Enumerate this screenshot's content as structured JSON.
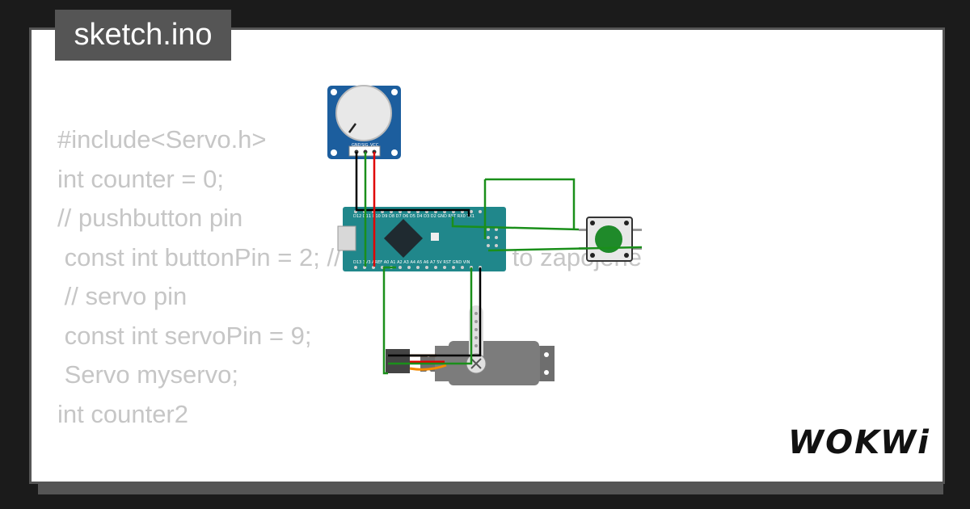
{
  "tab": {
    "filename": "sketch.ino"
  },
  "code_lines": [
    "#include<Servo.h>",
    "int counter = 0;",
    "// pushbutton pin",
    " const int buttonPin = 2; // pin na ktere je to zapojene",
    " // servo pin",
    " const int servoPin = 9;",
    " Servo myservo;",
    "",
    "",
    "int counter2"
  ],
  "logo": {
    "text": "WOKWi"
  },
  "circuit": {
    "potentiometer_pins": [
      "GND",
      "SIG",
      "VCC"
    ],
    "nano_top_pins": "D12 D11 D10 D9 D8 D7 D6 D5 D4 D3 D2 GND RST RX0 TX1",
    "nano_bottom_pins": "D13 3V3 AREF A0 A1 A2 A3 A4 A5 A6 A7 5V RST GND VIN",
    "colors": {
      "wire_black": "#000000",
      "wire_red": "#e00000",
      "wire_green": "#1a8f1a",
      "wire_orange": "#f28a00",
      "board_teal": "#20878b",
      "pot_blue": "#1c5e9e",
      "button_green": "#1f8a2a",
      "servo_gray": "#7c7c7c"
    }
  }
}
